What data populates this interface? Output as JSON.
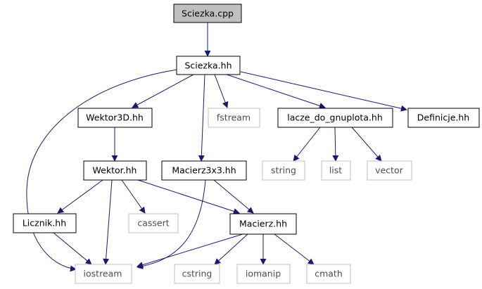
{
  "colors": {
    "edge": "#191970",
    "node_border": "#000000",
    "node_text": "#000000",
    "root_fill": "#bfbfbf",
    "system_border": "#bfbfbf",
    "system_text": "#4d4d4d"
  },
  "nodes": {
    "sciezka_cpp": "Sciezka.cpp",
    "sciezka_hh": "Sciezka.hh",
    "wektor3d_hh": "Wektor3D.hh",
    "fstream": "fstream",
    "lacze_hh": "lacze_do_gnuplota.hh",
    "definicje_hh": "Definicje.hh",
    "wektor_hh": "Wektor.hh",
    "macierz3x3_hh": "Macierz3x3.hh",
    "string": "string",
    "list": "list",
    "vector": "vector",
    "licznik_hh": "Licznik.hh",
    "cassert": "cassert",
    "macierz_hh": "Macierz.hh",
    "iostream": "iostream",
    "cstring": "cstring",
    "iomanip": "iomanip",
    "cmath": "cmath"
  }
}
